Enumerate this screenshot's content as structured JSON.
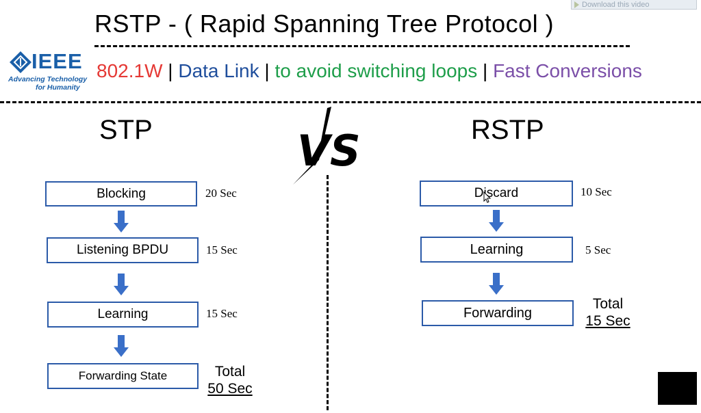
{
  "title": "RSTP - ( Rapid Spanning Tree Protocol )",
  "logo": {
    "name": "IEEE",
    "tagline_line1": "Advancing Technology",
    "tagline_line2": "for Humanity"
  },
  "info": {
    "standard": "802.1W",
    "layer": "Data Link",
    "purpose": "to avoid switching loops",
    "feature": "Fast Conversions",
    "separator": "|"
  },
  "colors": {
    "standard": "#e53935",
    "layer": "#1f4e9c",
    "purpose": "#1e9e4a",
    "feature": "#7b4fa8",
    "box_border": "#2b5aa8",
    "arrow": "#3a6fc8"
  },
  "vs_label": "VS",
  "stp": {
    "heading": "STP",
    "steps": [
      {
        "label": "Blocking",
        "time": "20 Sec"
      },
      {
        "label": "Listening BPDU",
        "time": "15 Sec"
      },
      {
        "label": "Learning",
        "time": "15 Sec"
      },
      {
        "label": "Forwarding State"
      }
    ],
    "total_label": "Total",
    "total_value": "50 Sec"
  },
  "rstp": {
    "heading": "RSTP",
    "steps": [
      {
        "label": "Discard",
        "time": "10 Sec"
      },
      {
        "label": "Learning",
        "time": "5 Sec"
      },
      {
        "label": "Forwarding"
      }
    ],
    "total_label": "Total",
    "total_value": "15 Sec"
  },
  "download_button": "Download this video"
}
